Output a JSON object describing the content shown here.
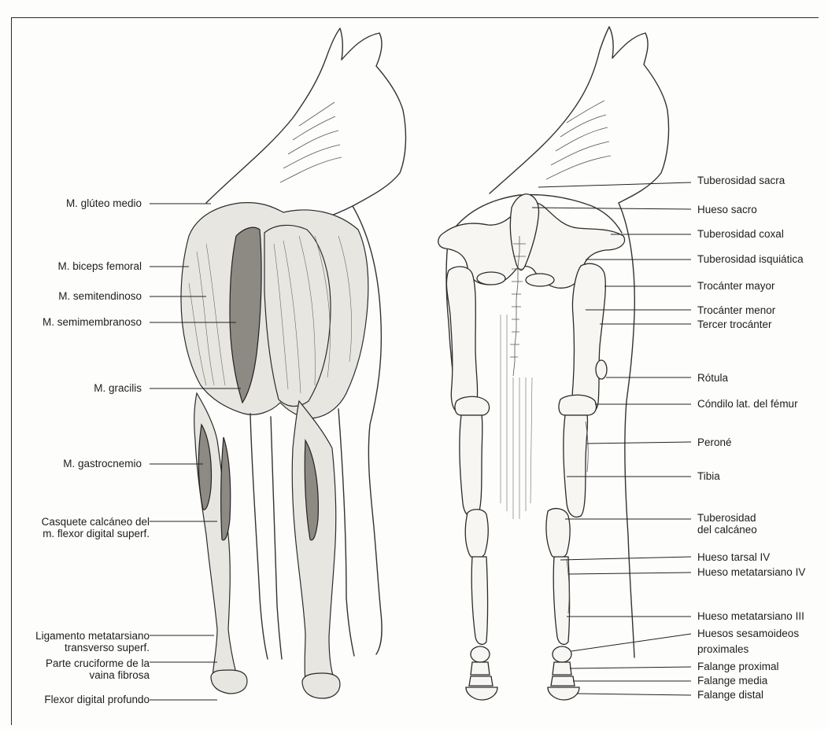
{
  "labels_left": {
    "gluteo_medio": "M. glúteo medio",
    "biceps_femoral": "M. biceps femoral",
    "semitendinoso": "M. semitendinoso",
    "semimembranoso": "M. semimembranoso",
    "gracilis": "M. gracilis",
    "gastrocnemio": "M. gastrocnemio",
    "casquete": "Casquete calcáneo del\nm. flexor digital superf.",
    "ligamento": "Ligamento metatarsiano\ntransverso superf.",
    "parte_cruciforme": "Parte cruciforme de la\nvaina fibrosa",
    "flexor_profundo": "Flexor digital profundo"
  },
  "labels_right": {
    "tuberosidad_sacra": "Tuberosidad sacra",
    "hueso_sacro": "Hueso sacro",
    "tuberosidad_coxal": "Tuberosidad coxal",
    "tuberosidad_isquiatica": "Tuberosidad isquiática",
    "trocanter_mayor": "Trocánter mayor",
    "trocanter_menor": "Trocánter menor",
    "tercer_trocanter": "Tercer trocánter",
    "rotula": "Rótula",
    "condilo": "Cóndilo lat. del fémur",
    "perone": "Peroné",
    "tibia": "Tibia",
    "tuberosidad_calcaneo": "Tuberosidad\ndel calcáneo",
    "tarsal_iv": "Hueso tarsal IV",
    "metatarsiano_iv": "Hueso metatarsiano IV",
    "metatarsiano_iii": "Hueso metatarsiano III",
    "sesamoideos": "Huesos sesamoideos\nproximales",
    "falange_proximal": "Falange proximal",
    "falange_media": "Falange media",
    "falange_distal": "Falange distal"
  },
  "colors": {
    "ink": "#1d1d1d",
    "paper": "#fdfdfc",
    "muscle_fill": "#e8e6e1",
    "bone_fill": "#f7f6f2"
  }
}
